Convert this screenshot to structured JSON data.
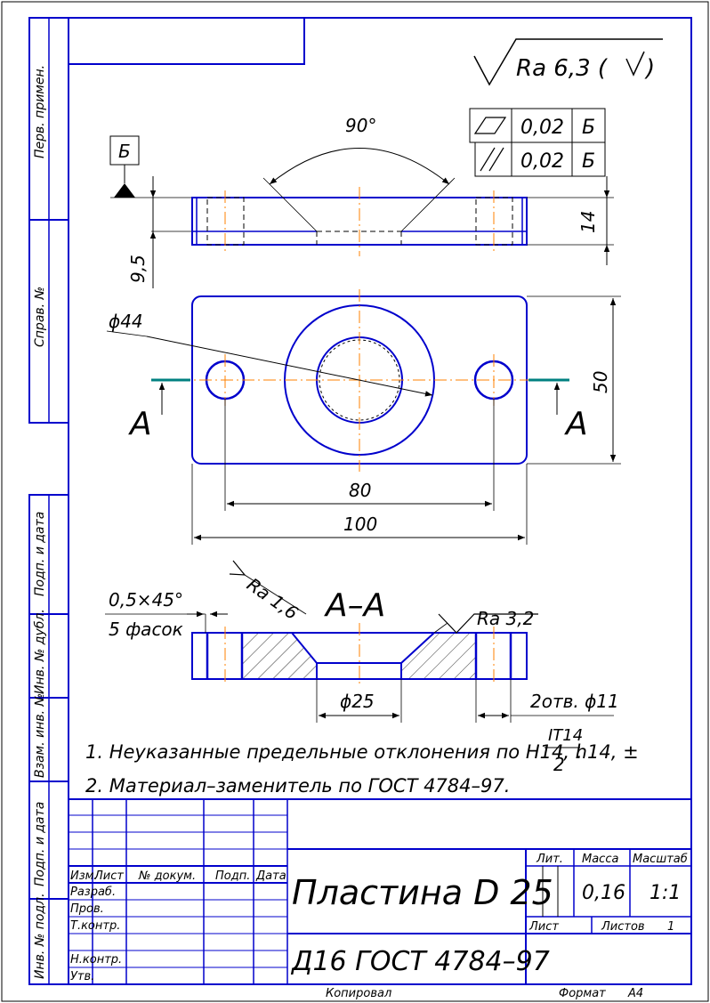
{
  "side_labels": {
    "perv_primen": "Перв. примен.",
    "sprav_no": "Справ. №",
    "podp_i_data_1": "Подп. и дата",
    "inv_no_dubl": "Инв. № дубл.",
    "vzam_inv_no": "Взам. инв. №",
    "podp_i_data_2": "Подп. и дата",
    "inv_no_podl": "Инв. № подл."
  },
  "roughness": {
    "general": "Ra 6,3 (",
    "chamfer_face": "Ra 1,6",
    "countersink": "Ra 3,2"
  },
  "tolerances": {
    "flatness_value": "0,02",
    "flatness_datum": "Б",
    "parallel_value": "0,02",
    "parallel_datum": "Б"
  },
  "datum": {
    "label": "Б"
  },
  "dimensions": {
    "angle": "90°",
    "thickness": "14",
    "step_depth": "9,5",
    "outer_diameter": "ϕ44",
    "hole_spacing": "80",
    "overall_length": "100",
    "width": "50",
    "inner_diameter": "ϕ25",
    "holes_note": "2отв. ϕ11",
    "chamfer": "0,5×45°",
    "chamfer_count": "5 фасок"
  },
  "section": {
    "left_mark": "A",
    "right_mark": "A",
    "title": "A–A"
  },
  "notes": {
    "note1_text": "1. Неуказанные предельные отклонения по H14, h14, ±",
    "note1_numerator": "IT14",
    "note1_denominator": "2",
    "note1_end": ".",
    "note2": "2. Материал–заменитель по ГОСТ 4784–97."
  },
  "title_block": {
    "col_izm": "Изм.",
    "col_list": "Лист",
    "col_dokum": "№ докум.",
    "col_podp": "Подп.",
    "col_data": "Дата",
    "row_razrab": "Разраб.",
    "row_prov": "Пров.",
    "row_tkontr": "Т.контр.",
    "row_nkontr": "Н.контр.",
    "row_utv": "Утв.",
    "part_name": "Пластина D 25",
    "material": "Д16  ГОСТ 4784–97",
    "lit_label": "Лит.",
    "massa_label": "Масса",
    "masshtab_label": "Масштаб",
    "massa_value": "0,16",
    "masshtab_value": "1:1",
    "list_label": "Лист",
    "listov_label": "Листов",
    "listov_value": "1"
  },
  "footer": {
    "copied": "Копировал",
    "format_label": "Формат",
    "format_value": "A4"
  },
  "colors": {
    "outline": "#0000cc",
    "centerline": "#ff8000",
    "section_line": "#008080",
    "frame": "#000000"
  }
}
